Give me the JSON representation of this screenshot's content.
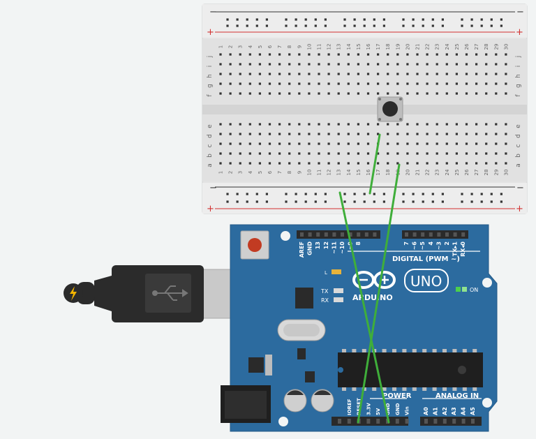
{
  "breadboard": {
    "columns": [
      "1",
      "2",
      "3",
      "4",
      "5",
      "6",
      "7",
      "8",
      "9",
      "10",
      "11",
      "12",
      "13",
      "14",
      "15",
      "16",
      "17",
      "18",
      "19",
      "20",
      "21",
      "22",
      "23",
      "24",
      "25",
      "26",
      "27",
      "28",
      "29",
      "30"
    ],
    "rows_top": [
      "j",
      "i",
      "h",
      "g",
      "f"
    ],
    "rows_bottom": [
      "e",
      "d",
      "c",
      "b",
      "a"
    ],
    "rail_plus": "+",
    "rail_minus": "−"
  },
  "arduino": {
    "brand": "ARDUINO",
    "model": "UNO",
    "digital_header": "DIGITAL (PWM ~)",
    "digital_pins": [
      "AREF",
      "GND",
      "13",
      "12",
      "~11",
      "~10",
      "~9",
      "8",
      "7",
      "~6",
      "~5",
      "4",
      "~3",
      "2",
      "TX▸1",
      "RX◂0"
    ],
    "power_header": "POWER",
    "power_pins": [
      "IOREF",
      "RESET",
      "3.3V",
      "5V",
      "GND",
      "GND",
      "Vin"
    ],
    "analog_header": "ANALOG IN",
    "analog_pins": [
      "A0",
      "A1",
      "A2",
      "A3",
      "A4",
      "A5"
    ],
    "led_l": "L",
    "led_tx": "TX",
    "led_rx": "RX",
    "led_on": "ON"
  },
  "colors": {
    "board": "#2c6b9f",
    "breadboard": "#e2e2e2",
    "wire": "#3fae3a",
    "rail_red": "#d23030"
  },
  "icons": {
    "usb": "usb-icon",
    "power_jack": "dc-jack-icon",
    "bolt": "lightning-icon"
  }
}
